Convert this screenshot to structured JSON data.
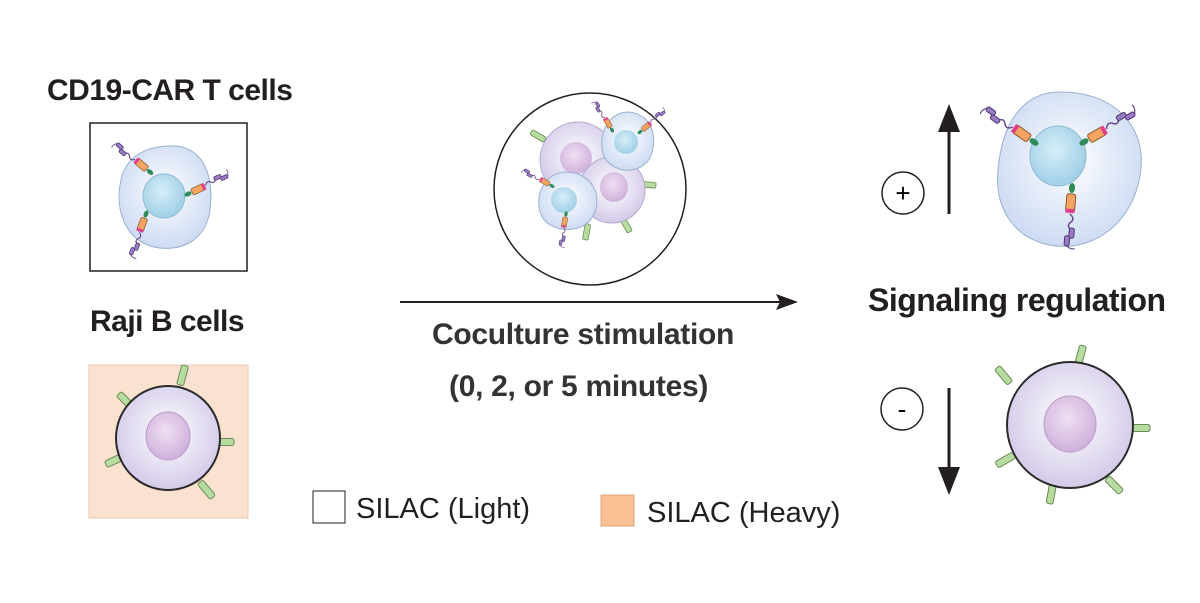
{
  "labels": {
    "t_cells": "CD19-CAR T cells",
    "b_cells": "Raji B cells",
    "stimulation_line1": "Coculture stimulation",
    "stimulation_line2": "(0, 2, or 5 minutes)",
    "signaling": "Signaling regulation",
    "plus": "+",
    "minus": "-"
  },
  "legend": [
    {
      "label": "SILAC (Light)",
      "color": "#ffffff"
    },
    {
      "label": "SILAC (Heavy)",
      "color": "#fbbf94"
    }
  ],
  "colors": {
    "heavy_background": "#fbe1cf",
    "t_cell_cytoplasm": "#dce6f6",
    "t_cell_nucleus": "#b8ddf0",
    "b_cell_cytoplasm": "#e3ddf0",
    "b_cell_nucleus": "#dcc6e6",
    "cd19_receptor": "#b6dca0",
    "car_hinge": "#f4a460",
    "car_scfv": "#8e6ab8"
  }
}
